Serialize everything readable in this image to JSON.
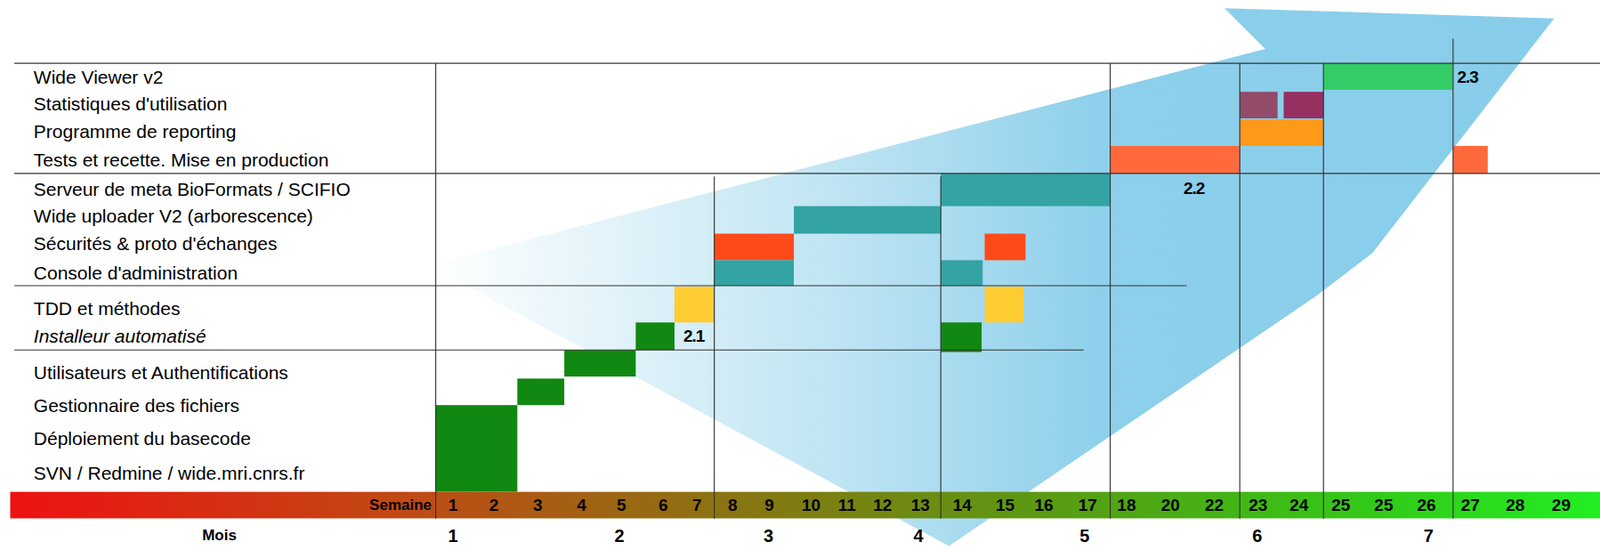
{
  "diagram": {
    "labels": [
      "Wide Viewer v2",
      "Statistiques d'utilisation",
      "Programme de reporting",
      "Tests et recette. Mise en production",
      "Serveur de meta BioFormats / SCIFIO",
      "Wide uploader V2 (arborescence)",
      "Sécurités & proto d'échanges",
      "Console d'administration",
      "TDD et méthodes",
      "Installeur automatisé",
      "Utilisateurs et Authentifications",
      "Gestionnaire des fichiers",
      "Déploiement du basecode",
      "SVN / Redmine / wide.mri.cnrs.fr",
      "2.3",
      "2.2",
      "2.1",
      "Semaine",
      "1",
      "2",
      "3",
      "4",
      "5",
      "6",
      "7",
      "8",
      "9",
      "10",
      "11",
      "12",
      "13",
      "14",
      "15",
      "16",
      "17",
      "18",
      "20",
      "22",
      "23",
      "24",
      "25",
      "25",
      "26",
      "27",
      "28",
      "29",
      "Mois",
      "1",
      "2",
      "3",
      "4",
      "5",
      "6",
      "7"
    ]
  }
}
